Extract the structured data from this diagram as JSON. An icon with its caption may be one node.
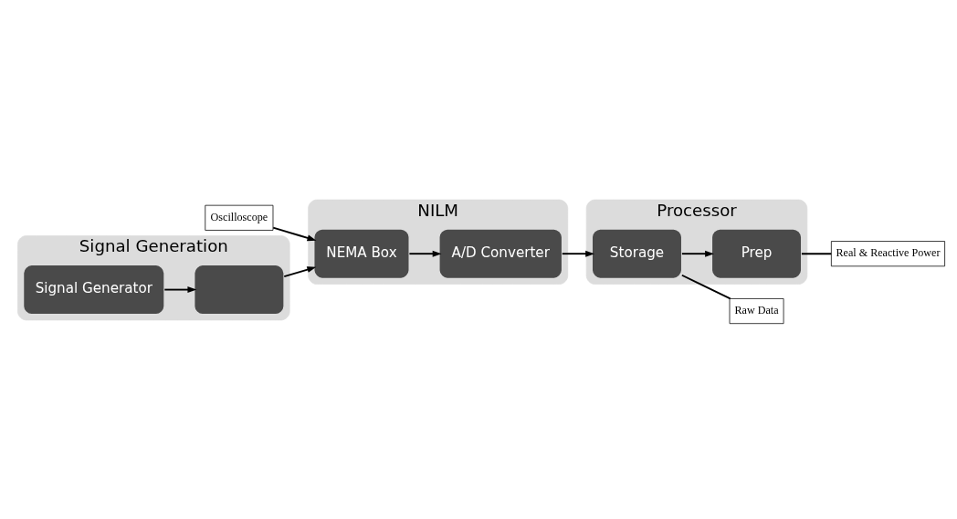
{
  "diagram": {
    "nodes": [
      {
        "text": [
          "Signal Generation"
        ]
      },
      {
        "text": [],
        "shape": "box",
        "in": 0
      },
      {
        "text": [
          "Signal Generator"
        ],
        "in": 0
      },
      {
        "text": [
          "NILM"
        ]
      },
      {
        "text": [
          "NEMA Box"
        ],
        "in": 3
      },
      {
        "text": [
          "A/D Converter"
        ],
        "in": 3
      },
      {
        "text": [
          "Processor"
        ]
      },
      {
        "text": [
          "Storage"
        ],
        "in": 6
      },
      {
        "text": [
          "Prep"
        ],
        "in": 6
      },
      {
        "text": [
          "Oscilloscope"
        ]
      },
      {
        "text": [
          "Raw Data"
        ]
      },
      {
        "text": [
          "Real & Reactive Power"
        ]
      }
    ],
    "edges": [
      {
        "from": 2,
        "to": 1,
        "arrow": "to"
      },
      {
        "from": 1,
        "to": 4,
        "arrow": "to"
      },
      {
        "from": 9,
        "to": 4,
        "arrow": "to"
      },
      {
        "from": 4,
        "to": 5,
        "arrow": "to"
      },
      {
        "from": 5,
        "to": 7,
        "arrow": "to"
      },
      {
        "from": 7,
        "to": 8,
        "arrow": "to"
      },
      {
        "from": 7,
        "to": 10,
        "arrow": "none"
      },
      {
        "from": 8,
        "to": 11,
        "arrow": "none"
      }
    ]
  }
}
